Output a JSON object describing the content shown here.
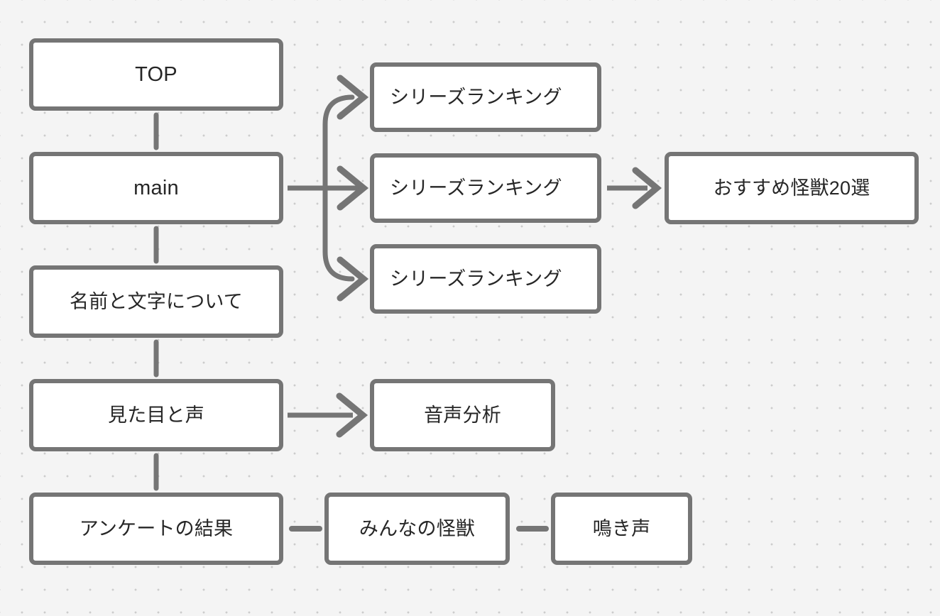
{
  "diagram": {
    "type": "flowchart",
    "title": "",
    "background_color": "#f4f4f4",
    "grid": "dotted",
    "grid_dot_color": "#cccccc",
    "node_border_color": "#757575",
    "node_fill_color": "#ffffff",
    "node_text_color": "#262626",
    "edge_color": "#757575",
    "nodes": [
      {
        "id": "top",
        "label": "TOP"
      },
      {
        "id": "main",
        "label": "main"
      },
      {
        "id": "names",
        "label": "名前と文字について"
      },
      {
        "id": "look",
        "label": "見た目と声"
      },
      {
        "id": "survey",
        "label": "アンケートの結果"
      },
      {
        "id": "rank1",
        "label": "シリーズランキング"
      },
      {
        "id": "rank2",
        "label": "シリーズランキング"
      },
      {
        "id": "rank3",
        "label": "シリーズランキング"
      },
      {
        "id": "recommend",
        "label": "おすすめ怪獣20選"
      },
      {
        "id": "voice",
        "label": "音声分析"
      },
      {
        "id": "everyone",
        "label": "みんなの怪獣"
      },
      {
        "id": "cry",
        "label": "鳴き声"
      }
    ],
    "edges": [
      {
        "from": "top",
        "to": "main",
        "style": "plain-vertical"
      },
      {
        "from": "main",
        "to": "names",
        "style": "plain-vertical"
      },
      {
        "from": "names",
        "to": "look",
        "style": "plain-vertical"
      },
      {
        "from": "look",
        "to": "survey",
        "style": "plain-vertical"
      },
      {
        "from": "main",
        "to": "rank1",
        "style": "curved-arrow-up"
      },
      {
        "from": "main",
        "to": "rank2",
        "style": "straight-arrow"
      },
      {
        "from": "main",
        "to": "rank3",
        "style": "curved-arrow-down"
      },
      {
        "from": "rank2",
        "to": "recommend",
        "style": "straight-arrow"
      },
      {
        "from": "look",
        "to": "voice",
        "style": "straight-arrow"
      },
      {
        "from": "survey",
        "to": "everyone",
        "style": "plain-horizontal"
      },
      {
        "from": "everyone",
        "to": "cry",
        "style": "plain-horizontal"
      }
    ]
  }
}
